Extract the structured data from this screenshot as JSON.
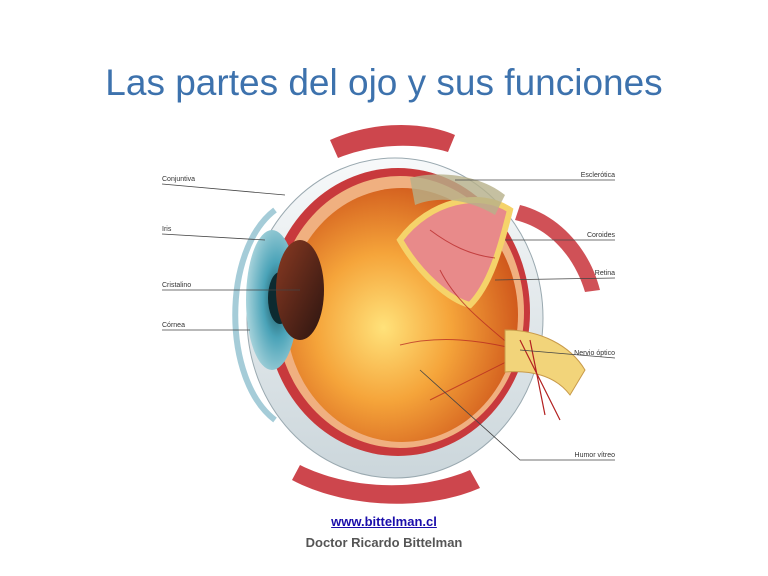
{
  "slide": {
    "title": "Las partes del ojo y sus funciones",
    "link": "www.bittelman.cl",
    "author": "Doctor Ricardo Bittelman"
  },
  "diagram": {
    "labels_left": [
      "Conjuntiva",
      "Iris",
      "Cristalino",
      "Córnea"
    ],
    "labels_right": [
      "Esclerótica",
      "Coroides",
      "Retina",
      "Nervio óptico",
      "Humor vítreo"
    ]
  },
  "colors": {
    "title": "#3d72ad",
    "link": "#1a0dab",
    "author": "#555555",
    "muscle": "#c8323a",
    "sclera": "#eef2f4",
    "choroid": "#c8393c",
    "retina": "#f0b080",
    "iris": "#4aa3b8",
    "vitreous": "#e8761e"
  }
}
